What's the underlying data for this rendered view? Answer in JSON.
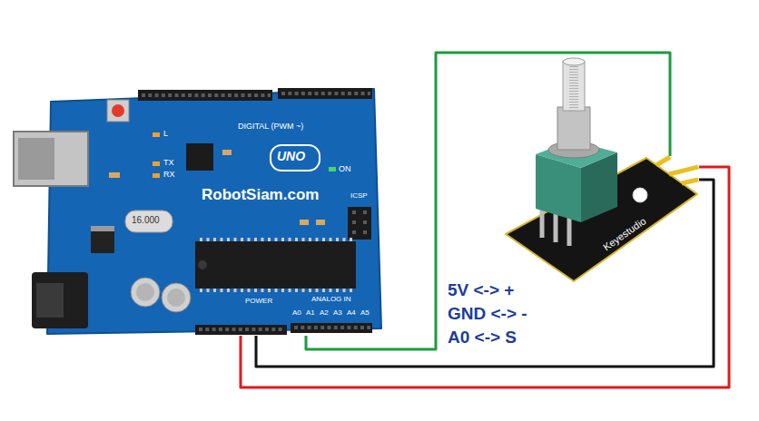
{
  "diagram": {
    "nodes": [
      {
        "text": [
          "UNO",
          "RobotSiam.com"
        ]
      },
      {
        "text": [
          "Keyestudio"
        ]
      }
    ],
    "edges": [
      {
        "from": 0,
        "to": 1,
        "arrow": "none"
      },
      {
        "from": 0,
        "to": 1,
        "arrow": "none"
      },
      {
        "from": 0,
        "to": 1,
        "arrow": "none"
      }
    ],
    "labels": [
      "DIGITAL (PWM ~)",
      "L",
      "TX",
      "RX",
      "ON",
      "ICSP",
      "16.000",
      "POWER",
      "ANALOG IN",
      "A0",
      "A1",
      "A2",
      "A3",
      "A4",
      "A5",
      "5V <-> +",
      "GND <-> -",
      "A0 <-> S"
    ]
  }
}
